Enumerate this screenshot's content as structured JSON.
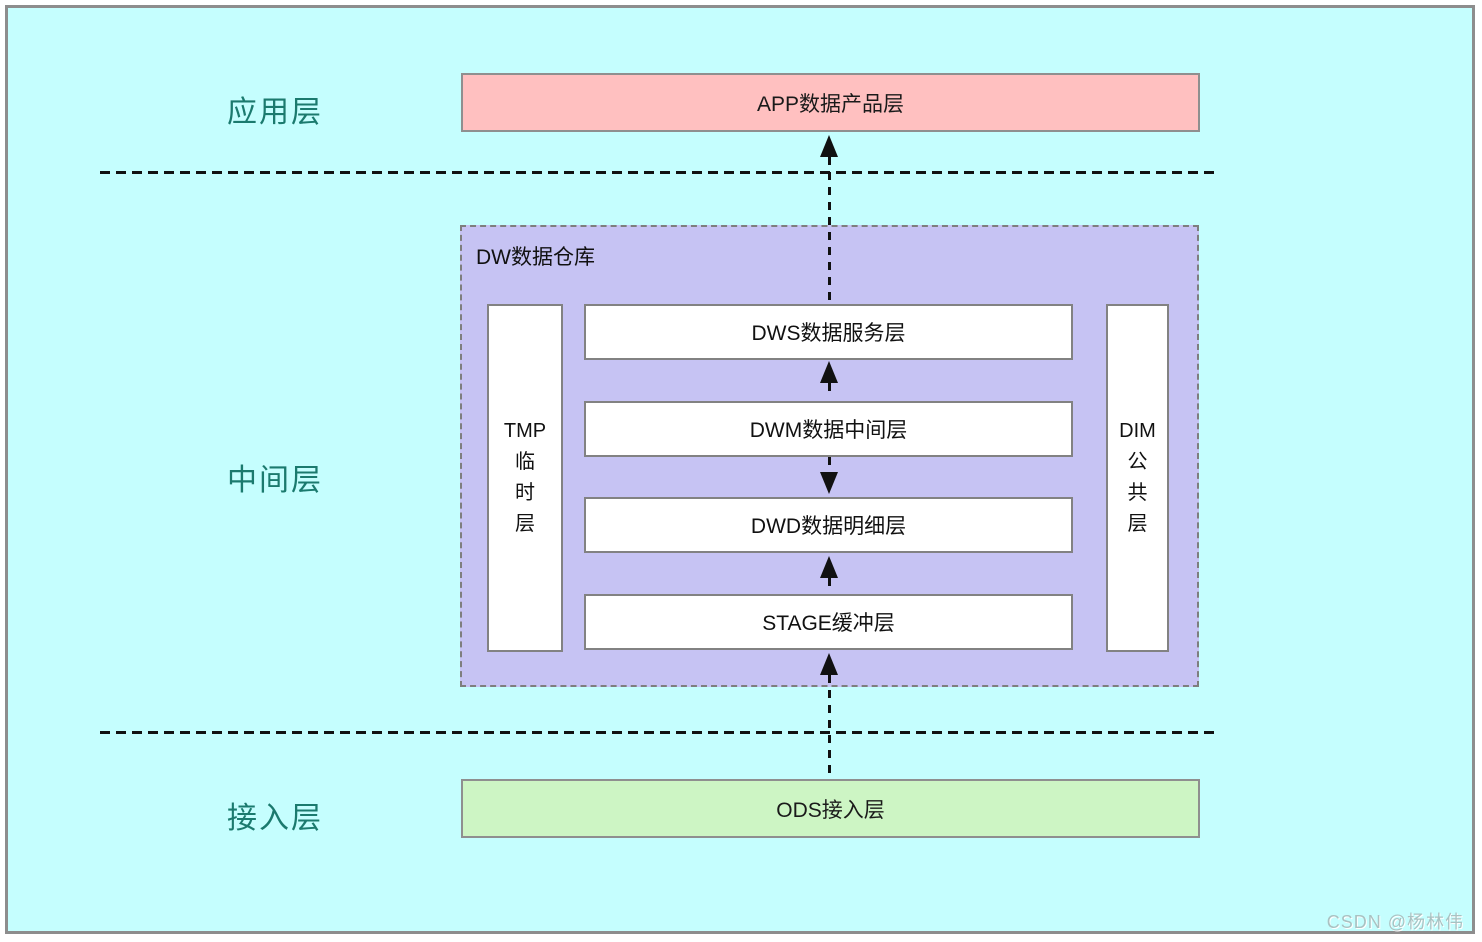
{
  "colors": {
    "canvas_background": "#c5fefe",
    "frame_border": "#8d8d8d",
    "app_box_fill": "#ffc0c0",
    "dw_panel_fill": "#c6c3f3",
    "ods_box_fill": "#cdf5c4",
    "inner_box_fill": "#ffffff",
    "box_border": "#8f8f8f",
    "side_label_text": "#1b7a6e",
    "arrow_and_text": "#111111",
    "watermark_text": "#a9c2c2"
  },
  "app_layer": {
    "side_label": "应用层",
    "box_label": "APP数据产品层"
  },
  "middle_layer": {
    "side_label": "中间层",
    "panel_title": "DW数据仓库",
    "tmp_box": {
      "lines": [
        "TMP",
        "临",
        "时",
        "层"
      ]
    },
    "dim_box": {
      "lines": [
        "DIM",
        "公",
        "共",
        "层"
      ]
    },
    "stack": [
      {
        "label": "DWS数据服务层"
      },
      {
        "label": "DWM数据中间层"
      },
      {
        "label": "DWD数据明细层"
      },
      {
        "label": "STAGE缓冲层"
      }
    ]
  },
  "access_layer": {
    "side_label": "接入层",
    "box_label": "ODS接入层"
  },
  "flows": [
    {
      "from": "DW数据仓库",
      "to": "APP数据产品层",
      "direction": "up"
    },
    {
      "from": "DWM数据中间层",
      "to": "DWS数据服务层",
      "direction": "up"
    },
    {
      "from": "DWM数据中间层",
      "to": "DWD数据明细层",
      "direction": "down"
    },
    {
      "from": "STAGE缓冲层",
      "to": "DWD数据明细层",
      "direction": "up"
    },
    {
      "from": "ODS接入层",
      "to": "STAGE缓冲层",
      "direction": "up"
    }
  ],
  "watermark": "CSDN @杨林伟"
}
